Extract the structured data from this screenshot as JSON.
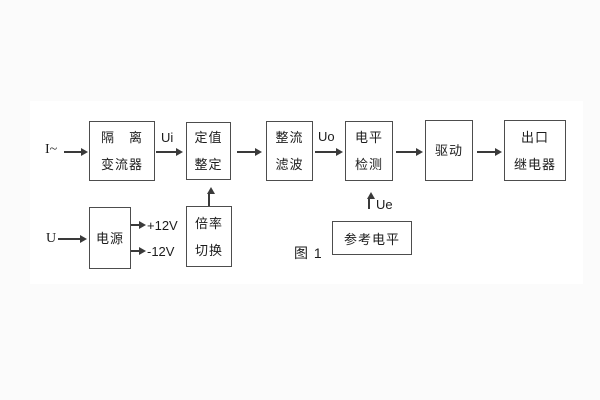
{
  "caption": "图 1",
  "io_labels": {
    "current_input": "I~",
    "voltage_input": "U"
  },
  "signal_labels": {
    "ui": "Ui",
    "uo": "Uo",
    "ue": "Ue",
    "positive_rail": "+12V",
    "negative_rail": "-12V"
  },
  "blocks": {
    "isolation_transformer": {
      "line1": "隔　离",
      "line2": "变流器"
    },
    "setting_adjust": {
      "line1": "定值",
      "line2": "整定"
    },
    "rectifier_filter": {
      "line1": "整流",
      "line2": "滤波"
    },
    "level_detector": {
      "line1": "电平",
      "line2": "检测"
    },
    "driver": {
      "line1": "驱动"
    },
    "output_relay": {
      "line1": "出口",
      "line2": "继电器"
    },
    "power_supply": {
      "line1": "电源"
    },
    "ratio_switch": {
      "line1": "倍率",
      "line2": "切换"
    },
    "reference_level": {
      "line1": "参考电平"
    }
  },
  "colors": {
    "background": "#fbfbfb",
    "panel": "#ffffff",
    "line": "#3a3a3a",
    "border": "#4d4d4d",
    "text": "#1c1c1c"
  }
}
